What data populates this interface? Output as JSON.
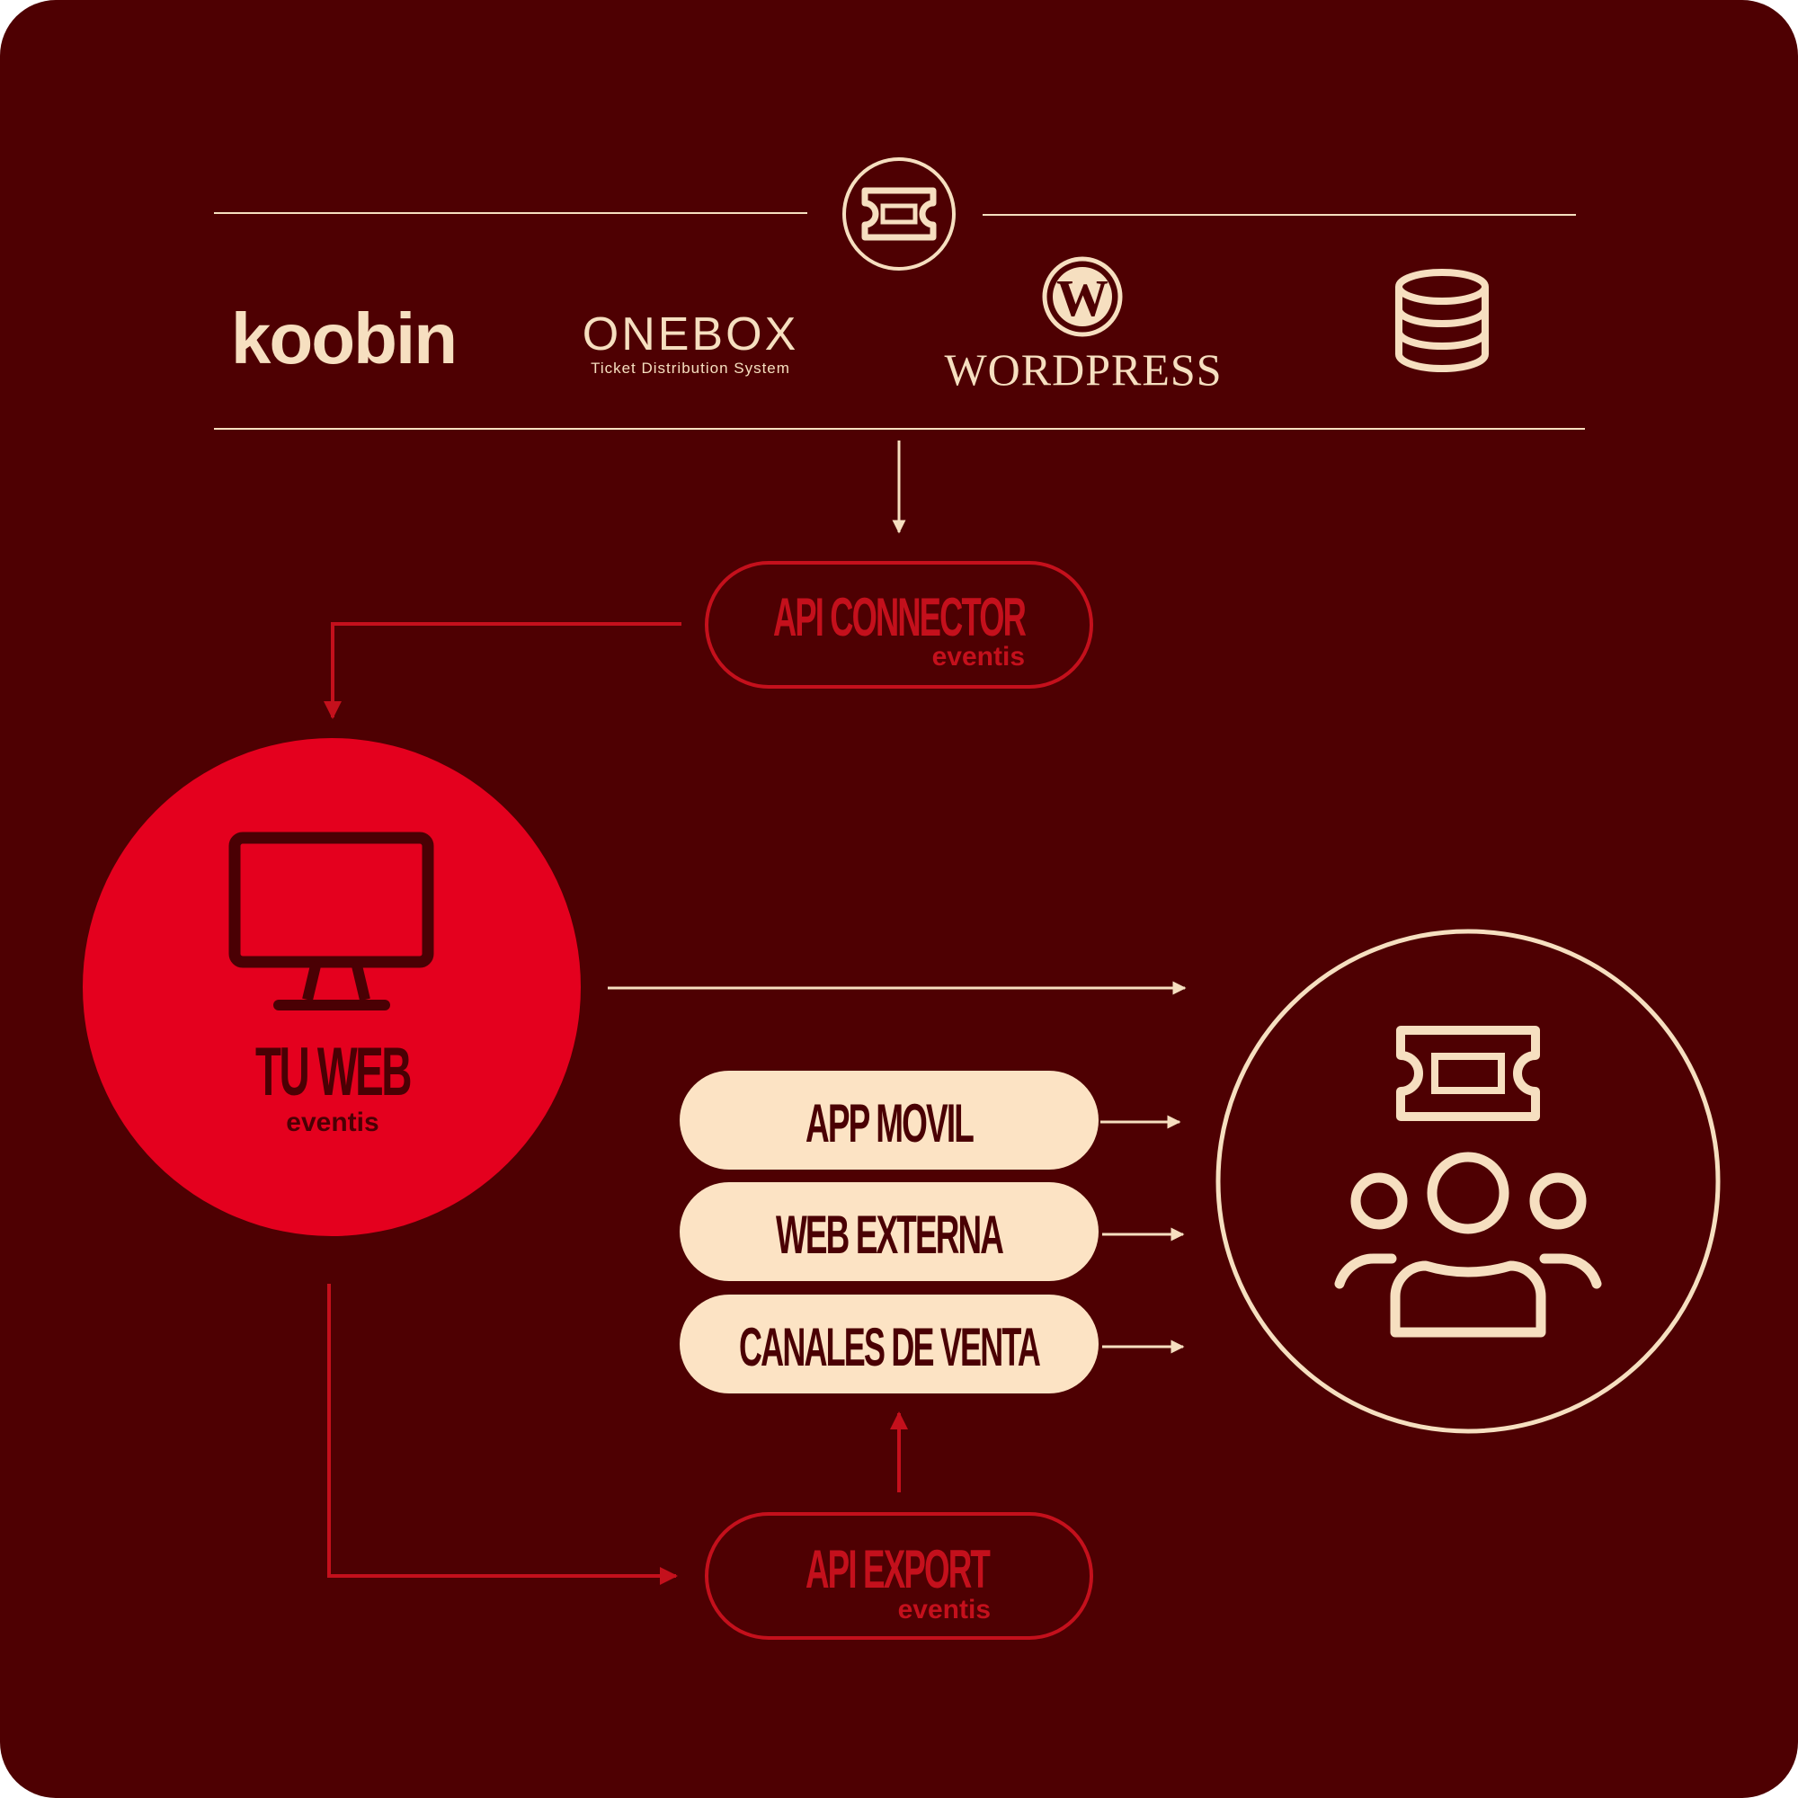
{
  "colors": {
    "background": "#4e0002",
    "cream": "#f6dfc0",
    "cream_fill": "#fce3c4",
    "red": "#e4001e",
    "red_line": "#c4101c",
    "dark_text": "#4a0004"
  },
  "sources": {
    "koobin": "koobin",
    "onebox": "ONEBOX",
    "onebox_tagline": "Ticket Distribution System",
    "wordpress": "WORDPRESS",
    "database_icon": "database-icon",
    "ticket_icon": "ticket-icon"
  },
  "api_connector": {
    "title": "API CONNECTOR",
    "brand": "eventis"
  },
  "tu_web": {
    "title": "TU WEB",
    "brand": "eventis",
    "icon": "monitor-icon"
  },
  "channels": {
    "app_movil": "APP MOVIL",
    "web_externa": "WEB EXTERNA",
    "canales_venta": "CANALES DE VENTA"
  },
  "api_export": {
    "title": "API EXPORT",
    "brand": "eventis"
  },
  "audience": {
    "ticket_icon": "ticket-icon",
    "people_icon": "people-group-icon"
  }
}
